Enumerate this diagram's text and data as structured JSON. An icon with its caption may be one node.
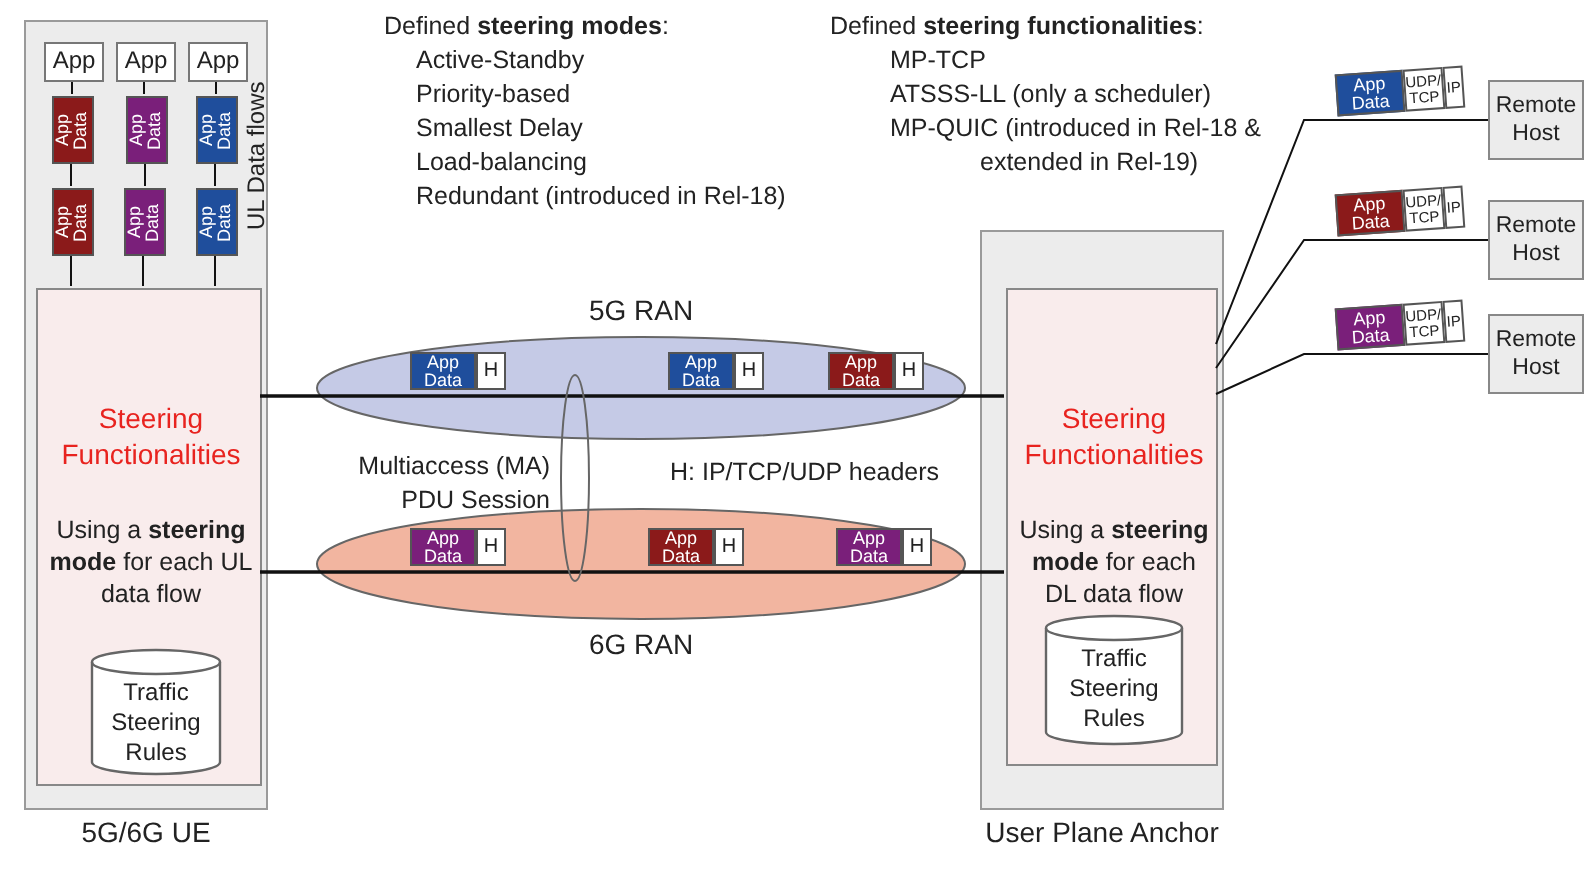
{
  "diagram": {
    "nodes": [
      {
        "text": [
          "5G/6G UE"
        ]
      },
      {
        "text": [
          "App"
        ],
        "in": 0
      },
      {
        "text": [
          "App"
        ],
        "in": 0
      },
      {
        "text": [
          "App"
        ],
        "in": 0
      },
      {
        "text": [
          "App Data"
        ],
        "in": 0
      },
      {
        "text": [
          "App Data"
        ],
        "in": 0
      },
      {
        "text": [
          "App Data"
        ],
        "in": 0
      },
      {
        "text": [
          "App Data"
        ],
        "in": 0
      },
      {
        "text": [
          "App Data"
        ],
        "in": 0
      },
      {
        "text": [
          "App Data"
        ],
        "in": 0
      },
      {
        "text": [
          "Steering Functionalities",
          "Using a **steering mode** for each UL data flow"
        ],
        "in": 0
      },
      {
        "text": [
          "Traffic Steering Rules"
        ],
        "in": 10
      },
      {
        "text": [
          "5G RAN"
        ]
      },
      {
        "text": [
          "App Data",
          "H"
        ],
        "in": 12
      },
      {
        "text": [
          "App Data",
          "H"
        ],
        "in": 12
      },
      {
        "text": [
          "App Data",
          "H"
        ],
        "in": 12
      },
      {
        "text": [],
        "shape": "ellipse",
        "beside": [
          "Multiaccess (MA) PDU Session"
        ]
      },
      {
        "text": [
          "6G RAN"
        ]
      },
      {
        "text": [
          "App Data",
          "H"
        ],
        "in": 17
      },
      {
        "text": [
          "App Data",
          "H"
        ],
        "in": 17
      },
      {
        "text": [
          "App Data",
          "H"
        ],
        "in": 17
      },
      {
        "text": [
          "User Plane Anchor"
        ]
      },
      {
        "text": [
          "Steering Functionalities",
          "Using a **steering mode** for each DL data flow"
        ],
        "in": 21
      },
      {
        "text": [
          "Traffic Steering Rules"
        ],
        "in": 22
      },
      {
        "text": [
          "App Data",
          "UDP/ TCP",
          "IP"
        ]
      },
      {
        "text": [
          "App Data",
          "UDP/ TCP",
          "IP"
        ]
      },
      {
        "text": [
          "App Data",
          "UDP/ TCP",
          "IP"
        ]
      },
      {
        "text": [
          "Remote Host"
        ]
      },
      {
        "text": [
          "Remote Host"
        ]
      },
      {
        "text": [
          "Remote Host"
        ]
      }
    ],
    "edges": [
      {
        "from": 1,
        "to": 4,
        "arrow": "none"
      },
      {
        "from": 4,
        "to": 7,
        "arrow": "none"
      },
      {
        "from": 7,
        "to": 10,
        "arrow": "none"
      },
      {
        "from": 2,
        "to": 5,
        "arrow": "none"
      },
      {
        "from": 5,
        "to": 8,
        "arrow": "none"
      },
      {
        "from": 8,
        "to": 10,
        "arrow": "none"
      },
      {
        "from": 3,
        "to": 6,
        "arrow": "none"
      },
      {
        "from": 6,
        "to": 9,
        "arrow": "none"
      },
      {
        "from": 9,
        "to": 10,
        "arrow": "none"
      },
      {
        "from": 10,
        "to": 22,
        "arrow": "none"
      },
      {
        "from": 10,
        "to": 22,
        "arrow": "none"
      },
      {
        "from": 22,
        "to": 27,
        "arrow": "none"
      },
      {
        "from": 22,
        "to": 28,
        "arrow": "none"
      },
      {
        "from": 22,
        "to": 29,
        "arrow": "none"
      }
    ],
    "labels": [
      "UL Data flows",
      "Defined **steering modes**:",
      "Active-Standby",
      "Priority-based",
      "Smallest Delay",
      "Load-balancing",
      "Redundant (introduced in Rel-18)",
      "Defined **steering functionalities**:",
      "MP-TCP",
      "ATSSS-LL (only a scheduler)",
      "MP-QUIC (introduced in Rel-18 & extended in Rel-19)",
      "H: IP/TCP/UDP headers"
    ]
  }
}
